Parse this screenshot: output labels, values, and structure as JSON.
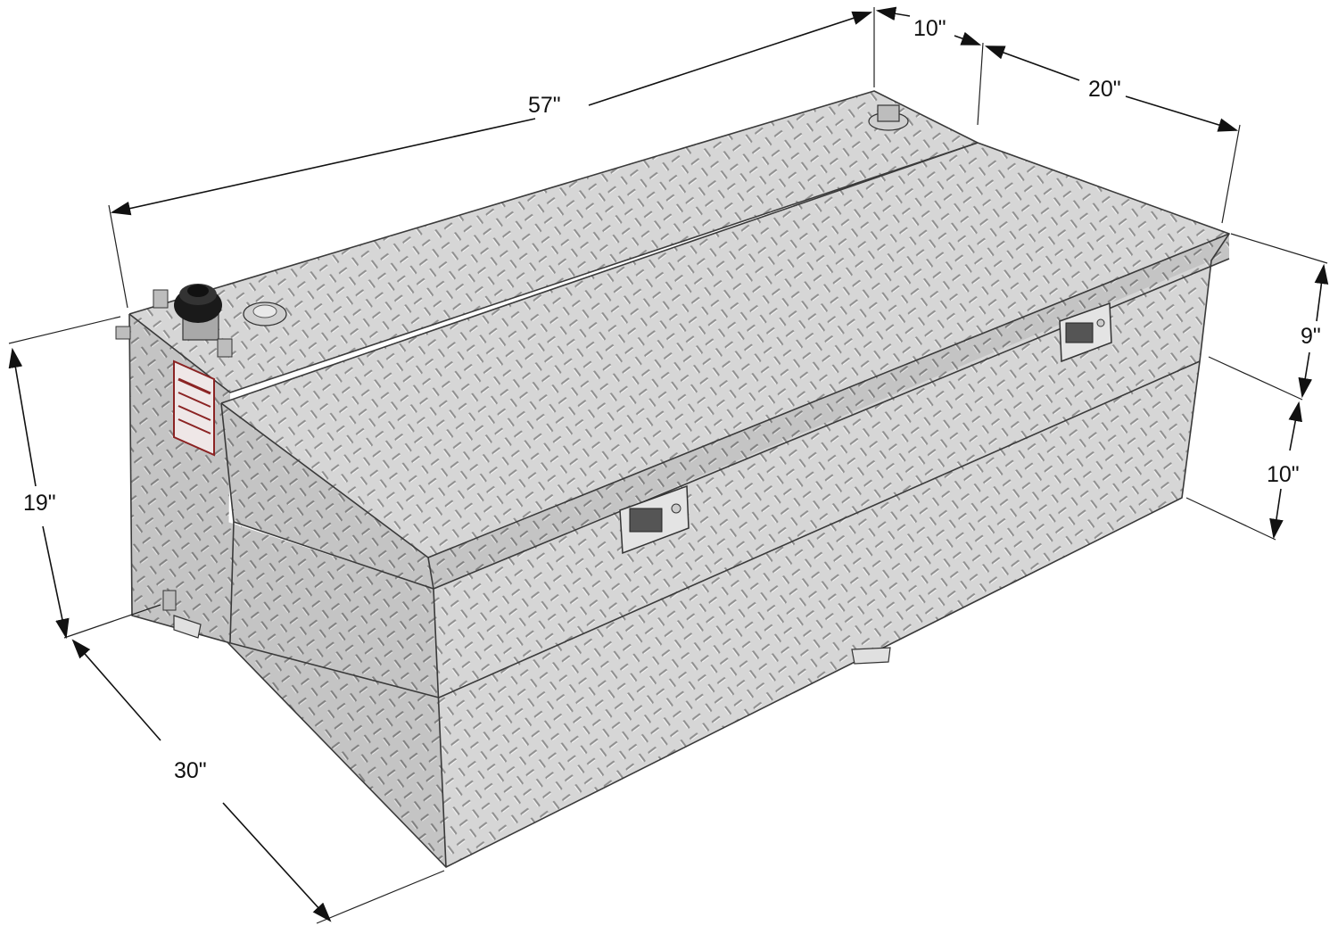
{
  "diagram": {
    "subject": "combo-fuel-tank-toolbox",
    "dimensions": {
      "length": "57\"",
      "tank_section_width": "10\"",
      "toolbox_width": "20\"",
      "depth": "30\"",
      "height": "19\"",
      "upper_height": "9\"",
      "lower_height": "10\""
    },
    "colors": {
      "metal_light": "#d9d9d9",
      "metal_mid": "#bdbdbd",
      "metal_dark": "#9a9a9a",
      "edge": "#3a3a3a",
      "cap": "#1a1a1a",
      "label_red": "#8b2323",
      "dimension_line": "#111111"
    },
    "icons": [
      "fuel-cap-icon",
      "fuel-gauge-icon",
      "vent-fitting-icon",
      "latch-handle-icon",
      "mounting-bracket-icon"
    ]
  }
}
